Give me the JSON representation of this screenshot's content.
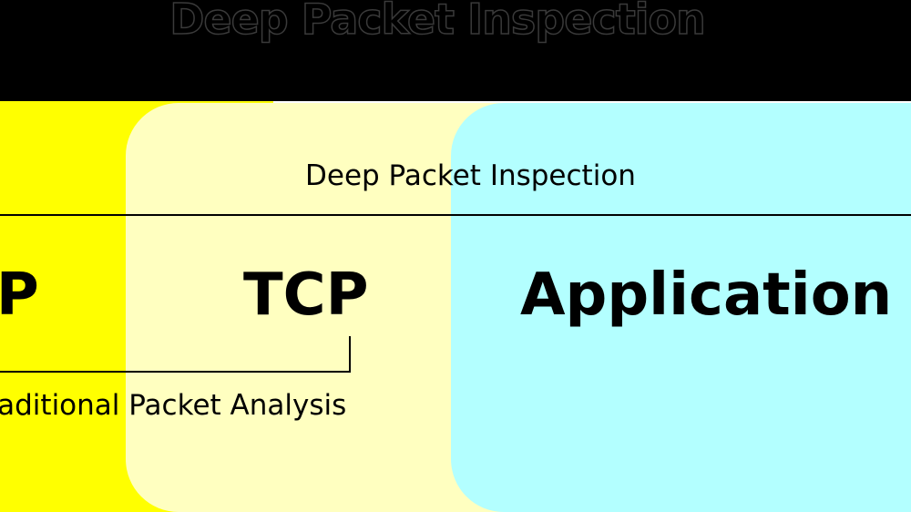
{
  "title": "Deep Packet Inspection",
  "diagram": {
    "dpi_label": "Deep Packet Inspection",
    "layers": [
      {
        "label": "IP",
        "color": "#ffff00"
      },
      {
        "label": "TCP",
        "color": "#ffffc0"
      },
      {
        "label": "Application D",
        "color": "#b3ffff"
      }
    ],
    "traditional_label": "Traditional Packet Analysis"
  }
}
